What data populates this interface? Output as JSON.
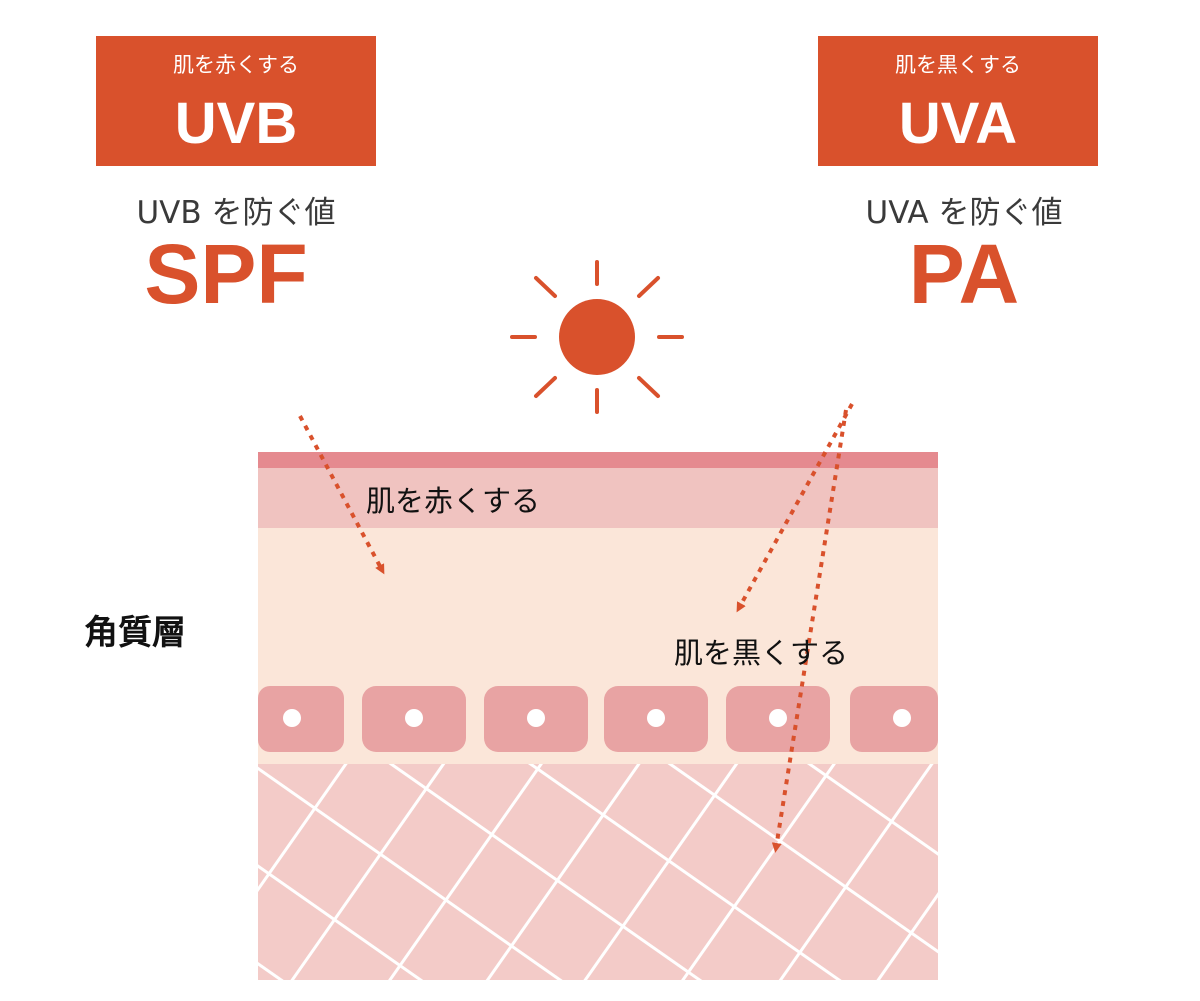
{
  "uvb_box": {
    "subtitle": "肌を赤くする",
    "title": "UVB"
  },
  "uva_box": {
    "subtitle": "肌を黒くする",
    "title": "UVA"
  },
  "left_caption": "UVB を防ぐ値",
  "right_caption": "UVA を防ぐ値",
  "left_metric": "SPF",
  "right_metric": "PA",
  "skin_labels": {
    "redden": "肌を赤くする",
    "darken": "肌を黒くする",
    "layer": "角質層"
  },
  "colors": {
    "accent": "#d9512c",
    "surface_stripe": "#e58a8f",
    "epidermis_top": "#f0c3c0",
    "epidermis": "#fbe6d9",
    "cells": "#e8a3a3",
    "dermis": "#f3cbc8"
  },
  "icons": [
    "sun-icon"
  ]
}
